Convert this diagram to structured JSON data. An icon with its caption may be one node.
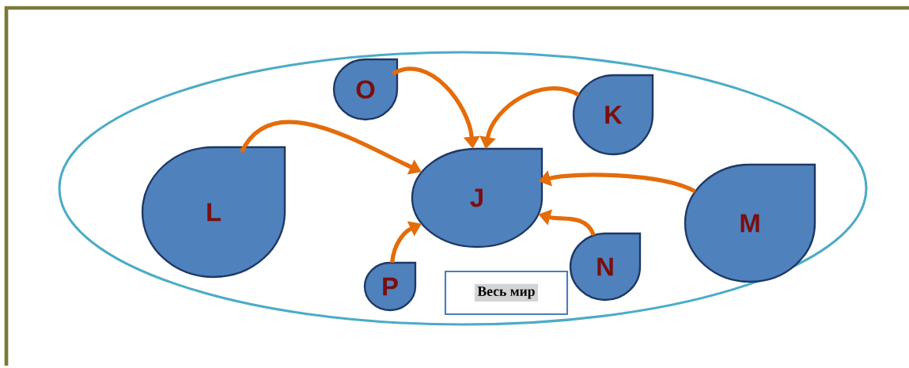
{
  "diagram": {
    "nodes": [
      {
        "text": [],
        "shape": "ellipse"
      },
      {
        "text": [
          "O"
        ],
        "in": 0
      },
      {
        "text": [
          "K"
        ],
        "in": 0
      },
      {
        "text": [
          "L"
        ],
        "in": 0
      },
      {
        "text": [
          "J"
        ],
        "in": 0
      },
      {
        "text": [
          "M"
        ],
        "in": 0
      },
      {
        "text": [
          "N"
        ],
        "in": 0
      },
      {
        "text": [
          "P"
        ],
        "in": 0
      },
      {
        "text": [
          "Весь мир"
        ],
        "in": 0
      }
    ],
    "edges": [
      {
        "from": 1,
        "to": 4,
        "arrow": "to"
      },
      {
        "from": 2,
        "to": 4,
        "arrow": "to"
      },
      {
        "from": 3,
        "to": 4,
        "arrow": "to"
      },
      {
        "from": 5,
        "to": 4,
        "arrow": "to"
      },
      {
        "from": 6,
        "to": 4,
        "arrow": "to"
      },
      {
        "from": 7,
        "to": 4,
        "arrow": "to"
      }
    ]
  }
}
